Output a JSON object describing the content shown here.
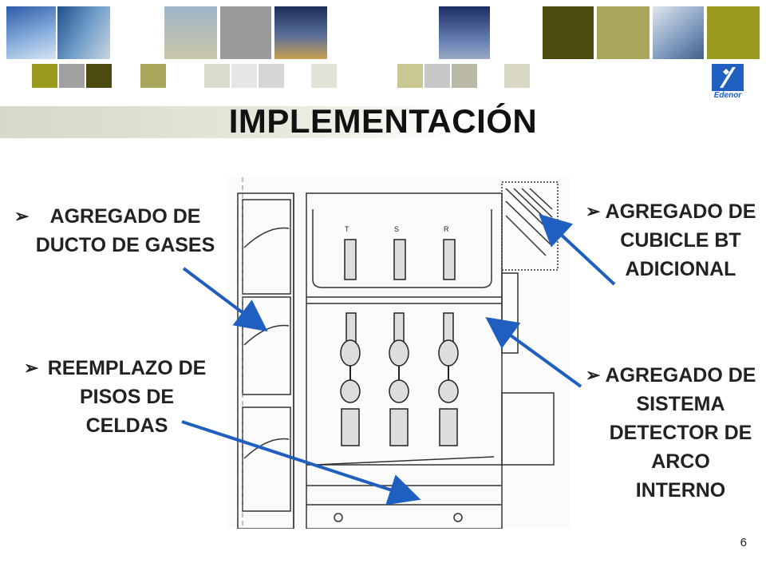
{
  "slide": {
    "title": "IMPLEMENTACIÓN",
    "page_number": "6",
    "logo_text": "Edenor"
  },
  "bullets": {
    "marker": "➢",
    "ducto": "AGREGADO DE DUCTO DE GASES",
    "pisos": "REEMPLAZO DE PISOS DE CELDAS",
    "cubicle": "AGREGADO DE CUBICLE BT ADICIONAL",
    "detector": "AGREGADO DE SISTEMA DETECTOR DE ARCO INTERNO"
  },
  "diagram": {
    "phase_labels": [
      "T",
      "S",
      "R"
    ],
    "arrow_color": "#1f5fbf"
  },
  "colors": {
    "olive": "#9a9a1f",
    "dark_olive": "#4d4a10",
    "light_olive": "#c9c890",
    "gray": "#a0a0a0",
    "pale": "#dcdccc"
  }
}
